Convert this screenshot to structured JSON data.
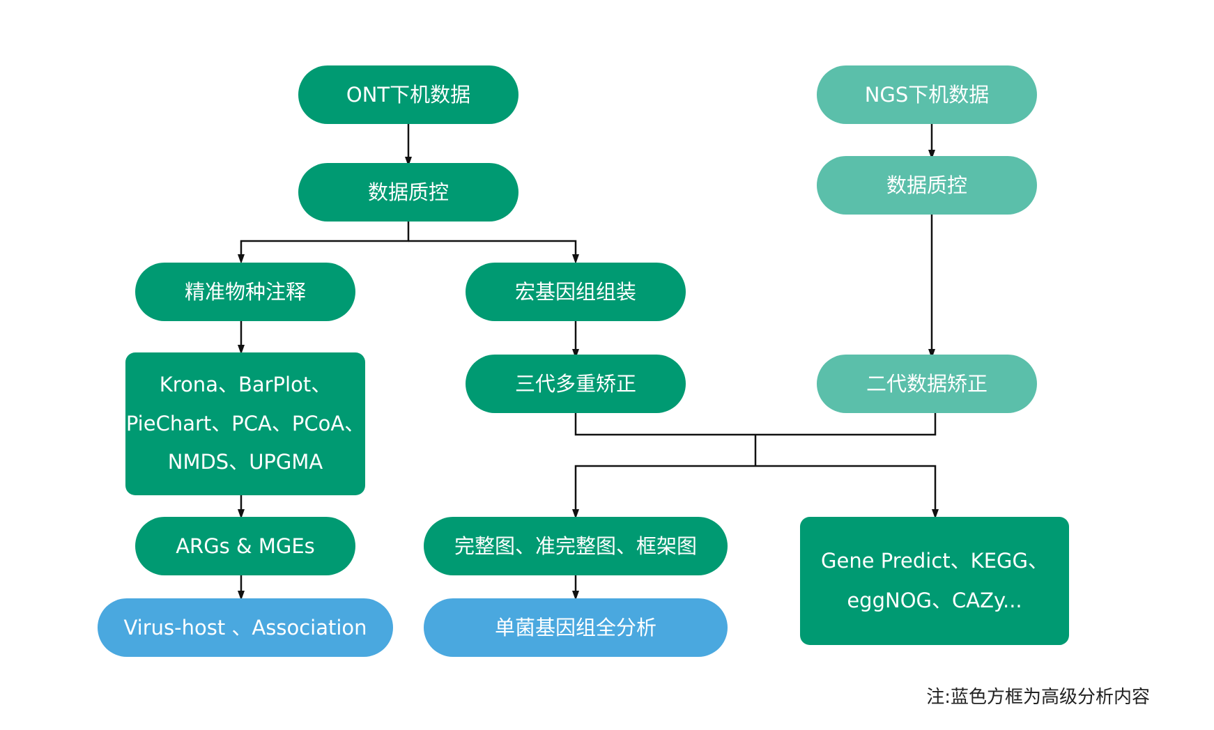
{
  "nodes": {
    "ont_data": "ONT下机数据",
    "ont_qc": "数据质控",
    "species_annotation": "精准物种注释",
    "metagenome_assembly": "宏基因组组装",
    "visualization": "Krona、BarPlot、\nPieChart、PCA、PCoA、\nNMDS、UPGMA",
    "third_gen_correction": "三代多重矫正",
    "args_mges": "ARGs & MGEs",
    "virus_host": "Virus-host 、Association",
    "genome_maps": "完整图、准完整图、框架图",
    "single_genome_analysis": "单菌基因组全分析",
    "ngs_data": "NGS下机数据",
    "ngs_qc": "数据质控",
    "second_gen_correction": "二代数据矫正",
    "gene_predict": "Gene Predict、KEGG、\neggNOG、CAZy..."
  },
  "note": "注:蓝色方框为高级分析内容",
  "colors": {
    "primary_green": "#009a72",
    "light_teal": "#5bbfaa",
    "advanced_blue": "#4aa8df",
    "connector": "#111111"
  }
}
